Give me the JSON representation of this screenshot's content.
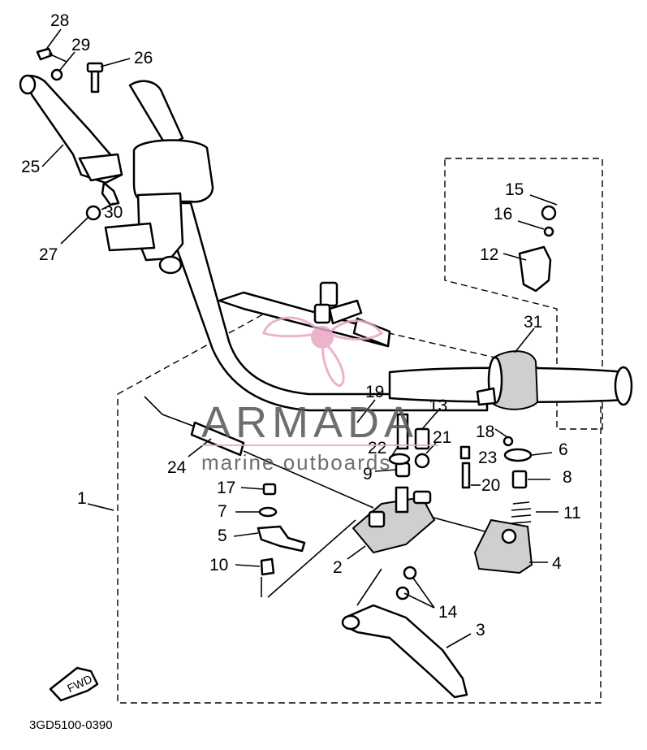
{
  "diagram": {
    "callouts": [
      {
        "id": "28",
        "text": "28"
      },
      {
        "id": "29",
        "text": "29"
      },
      {
        "id": "26",
        "text": "26"
      },
      {
        "id": "25",
        "text": "25"
      },
      {
        "id": "30",
        "text": "30"
      },
      {
        "id": "27",
        "text": "27"
      },
      {
        "id": "15",
        "text": "15"
      },
      {
        "id": "16",
        "text": "16"
      },
      {
        "id": "12",
        "text": "12"
      },
      {
        "id": "31",
        "text": "31"
      },
      {
        "id": "19",
        "text": "19"
      },
      {
        "id": "13",
        "text": "13"
      },
      {
        "id": "22",
        "text": "22"
      },
      {
        "id": "21",
        "text": "21"
      },
      {
        "id": "24",
        "text": "24"
      },
      {
        "id": "18",
        "text": "18"
      },
      {
        "id": "23",
        "text": "23"
      },
      {
        "id": "6",
        "text": "6"
      },
      {
        "id": "9",
        "text": "9"
      },
      {
        "id": "8",
        "text": "8"
      },
      {
        "id": "20",
        "text": "20"
      },
      {
        "id": "17",
        "text": "17"
      },
      {
        "id": "1",
        "text": "1"
      },
      {
        "id": "7",
        "text": "7"
      },
      {
        "id": "11",
        "text": "11"
      },
      {
        "id": "5",
        "text": "5"
      },
      {
        "id": "2",
        "text": "2"
      },
      {
        "id": "4",
        "text": "4"
      },
      {
        "id": "10",
        "text": "10"
      },
      {
        "id": "14",
        "text": "14"
      },
      {
        "id": "3",
        "text": "3"
      }
    ],
    "fwd_label": "FWD",
    "drawing_code": "3GD5100-0390"
  },
  "watermark": {
    "brand": "ARMADA",
    "tagline": "marine outboards",
    "color": "#e8a6c4"
  }
}
